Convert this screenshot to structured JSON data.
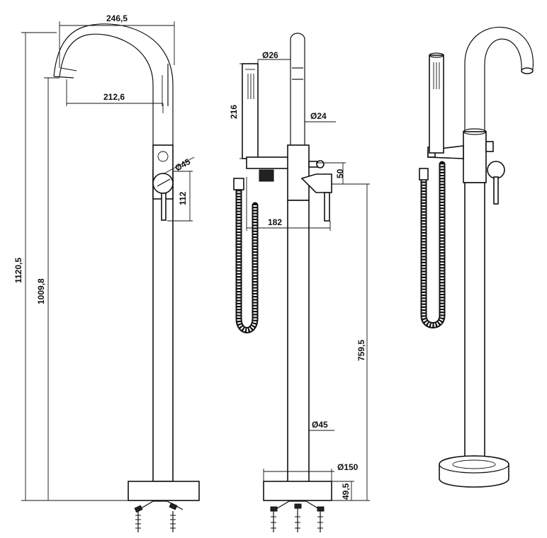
{
  "dimensions": {
    "spout_reach_total": "246,5",
    "spout_reach": "212,6",
    "height_total": "1120,5",
    "height_spout": "1009,8",
    "lever_diameter": "Ø45",
    "lever_height": "112",
    "handshower_diameter": "Ø26",
    "handshower_length": "216",
    "column_top_diameter": "Ø24",
    "mixer_offset": "50",
    "mixer_depth": "182",
    "outlet_height": "759,5",
    "column_diameter": "Ø45",
    "base_diameter": "Ø150",
    "base_height": "49,5"
  }
}
